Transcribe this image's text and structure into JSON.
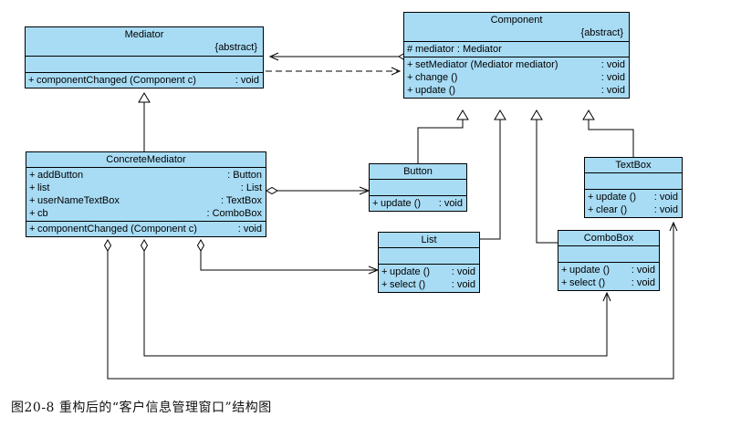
{
  "diagram": {
    "title_caption": "图20-8 重构后的“客户信息管理窗口”结构图",
    "colors": {
      "class_fill": "#a8dcf5",
      "class_border": "#000000",
      "line": "#000000",
      "background": "#ffffff"
    },
    "classes": {
      "mediator": {
        "name": "Mediator",
        "stereotype": "{abstract}",
        "attributes": [],
        "operations": [
          {
            "visibility": "+",
            "signature": "componentChanged (Component c)",
            "type": ": void"
          }
        ]
      },
      "component": {
        "name": "Component",
        "stereotype": "{abstract}",
        "attributes": [
          {
            "visibility": "#",
            "signature": "mediator : Mediator",
            "type": ""
          }
        ],
        "operations": [
          {
            "visibility": "+",
            "signature": "setMediator (Mediator mediator)",
            "type": ": void"
          },
          {
            "visibility": "+",
            "signature": "change ()",
            "type": ": void"
          },
          {
            "visibility": "+",
            "signature": "update ()",
            "type": ": void"
          }
        ]
      },
      "concrete_mediator": {
        "name": "ConcreteMediator",
        "stereotype": "",
        "attributes": [
          {
            "visibility": "+",
            "signature": "addButton",
            "type": ": Button"
          },
          {
            "visibility": "+",
            "signature": "list",
            "type": ": List"
          },
          {
            "visibility": "+",
            "signature": "userNameTextBox",
            "type": ": TextBox"
          },
          {
            "visibility": "+",
            "signature": "cb",
            "type": ": ComboBox"
          }
        ],
        "operations": [
          {
            "visibility": "+",
            "signature": "componentChanged (Component c)",
            "type": ": void"
          }
        ]
      },
      "button": {
        "name": "Button",
        "stereotype": "",
        "attributes": [],
        "operations": [
          {
            "visibility": "+",
            "signature": "update ()",
            "type": ": void"
          }
        ]
      },
      "textbox": {
        "name": "TextBox",
        "stereotype": "",
        "attributes": [],
        "operations": [
          {
            "visibility": "+",
            "signature": "update ()",
            "type": ": void"
          },
          {
            "visibility": "+",
            "signature": "clear ()",
            "type": ": void"
          }
        ]
      },
      "list": {
        "name": "List",
        "stereotype": "",
        "attributes": [],
        "operations": [
          {
            "visibility": "+",
            "signature": "update ()",
            "type": ": void"
          },
          {
            "visibility": "+",
            "signature": "select ()",
            "type": ": void"
          }
        ]
      },
      "combobox": {
        "name": "ComboBox",
        "stereotype": "",
        "attributes": [],
        "operations": [
          {
            "visibility": "+",
            "signature": "update ()",
            "type": ": void"
          },
          {
            "visibility": "+",
            "signature": "select ()",
            "type": ": void"
          }
        ]
      }
    },
    "relationships": [
      {
        "kind": "aggregation",
        "from": "Component",
        "to": "Mediator"
      },
      {
        "kind": "dependency",
        "from": "Mediator",
        "to": "Component"
      },
      {
        "kind": "generalization",
        "from": "ConcreteMediator",
        "to": "Mediator"
      },
      {
        "kind": "generalization",
        "from": "Button",
        "to": "Component"
      },
      {
        "kind": "generalization",
        "from": "List",
        "to": "Component"
      },
      {
        "kind": "generalization",
        "from": "ComboBox",
        "to": "Component"
      },
      {
        "kind": "generalization",
        "from": "TextBox",
        "to": "Component"
      },
      {
        "kind": "aggregation",
        "from": "ConcreteMediator",
        "to": "Button"
      },
      {
        "kind": "aggregation",
        "from": "ConcreteMediator",
        "to": "List"
      },
      {
        "kind": "aggregation",
        "from": "ConcreteMediator",
        "to": "ComboBox"
      },
      {
        "kind": "aggregation",
        "from": "ConcreteMediator",
        "to": "TextBox"
      }
    ]
  }
}
